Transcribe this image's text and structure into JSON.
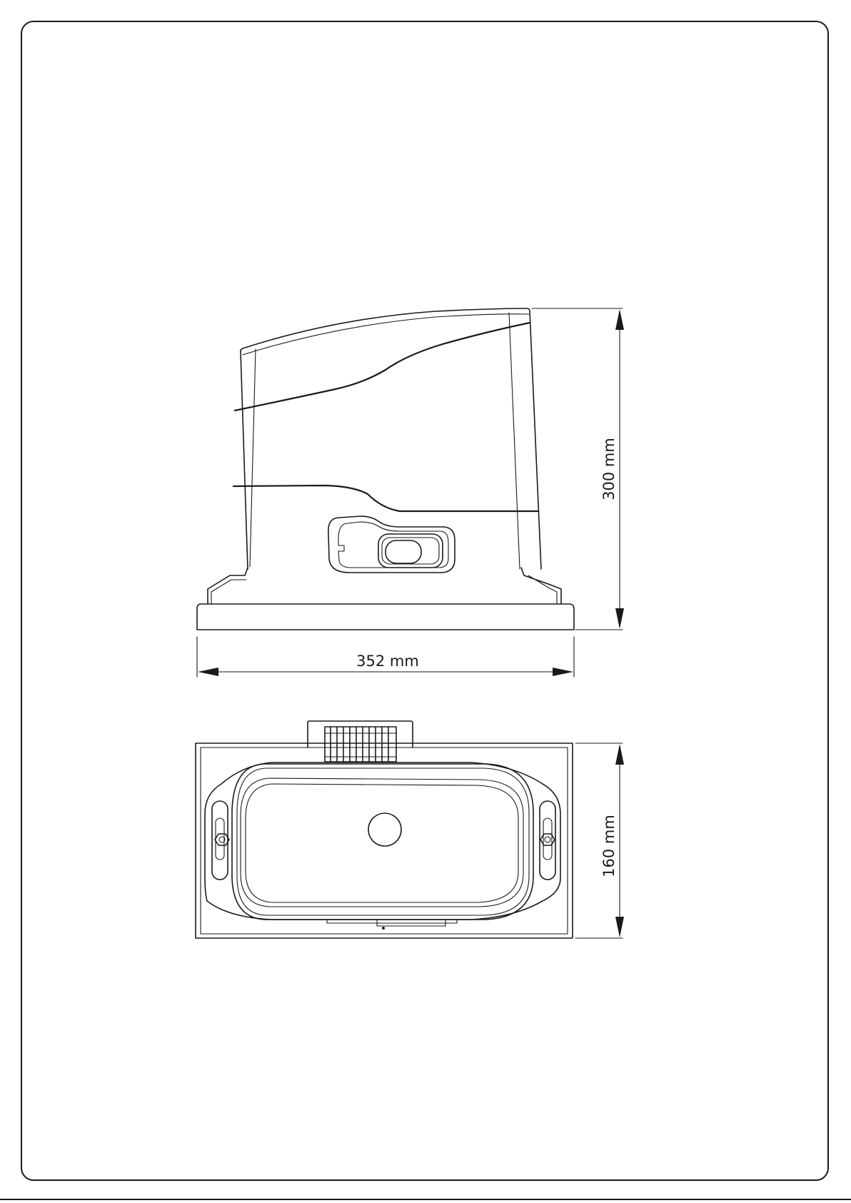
{
  "dimensions": {
    "height_label": "300 mm",
    "width_label": "352 mm",
    "depth_label": "160 mm"
  },
  "colors": {
    "line": "#1a1a1a",
    "background": "#ffffff"
  }
}
